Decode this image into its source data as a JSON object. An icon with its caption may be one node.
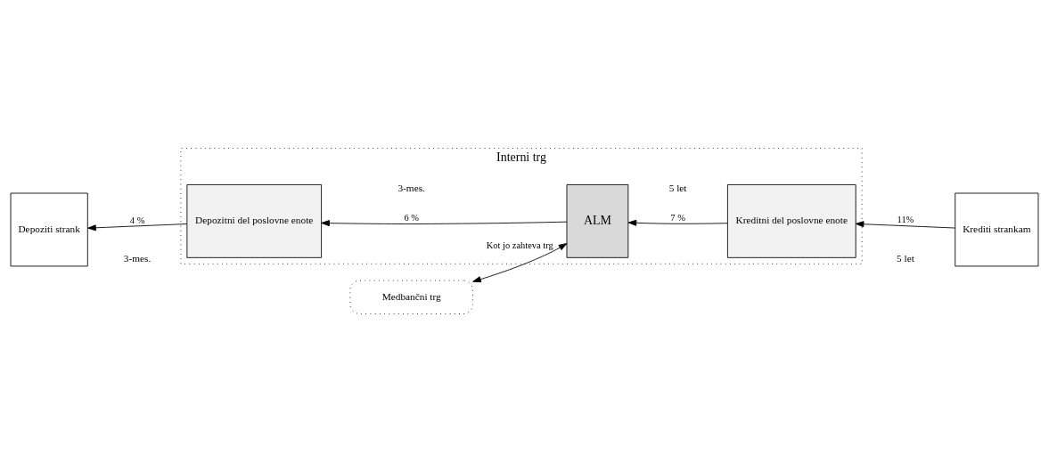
{
  "diagram": {
    "nodes": [
      {
        "text": [
          "Interni trg"
        ]
      },
      {
        "text": [
          "Depoziti strank"
        ]
      },
      {
        "text": [
          "Depozitni del poslovne enote"
        ],
        "in": 0
      },
      {
        "text": [
          "ALM"
        ],
        "in": 0
      },
      {
        "text": [
          "Kreditni del poslovne enote"
        ],
        "in": 0
      },
      {
        "text": [
          "Krediti strankam"
        ]
      },
      {
        "text": [
          "Medbančni trg"
        ]
      }
    ],
    "edges": [
      {
        "from": 2,
        "to": 1,
        "arrow": "to",
        "label": "4 %"
      },
      {
        "from": 3,
        "to": 2,
        "arrow": "to",
        "label": "6 %"
      },
      {
        "from": 4,
        "to": 3,
        "arrow": "to",
        "label": "7 %"
      },
      {
        "from": 5,
        "to": 4,
        "arrow": "to",
        "label": "11%"
      },
      {
        "from": 3,
        "to": 6,
        "arrow": "both",
        "label": "Kot jo zahteva trg"
      }
    ],
    "labels": [
      "3-mes.",
      "3-mes.",
      "5 let",
      "5 let"
    ]
  }
}
